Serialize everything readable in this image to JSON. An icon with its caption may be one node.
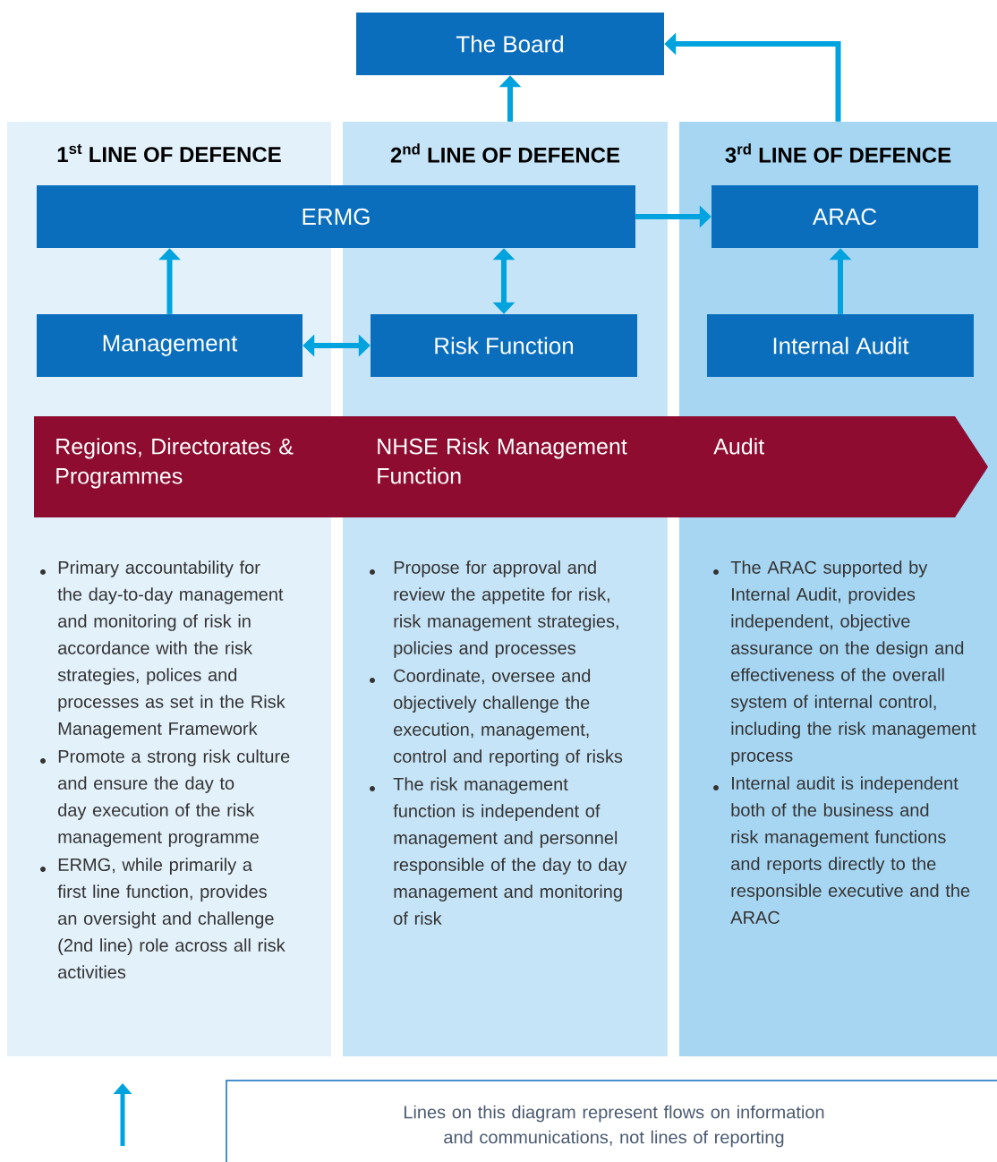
{
  "diagram": {
    "nodes": [
      {
        "text": [
          "The Board"
        ]
      },
      {
        "text": [
          "1$^{st}$ LINE OF DEFENCE",
          "Primary accountability for the day-to-day management and monitoring of risk in accordance with the risk strategies, polices and processes as set in the Risk Management Framework",
          "Promote a strong risk culture and ensure the day to day execution of the risk management programme",
          "ERMG, while primarily a first line function, provides an oversight and challenge (2nd line) role across all risk activities"
        ]
      },
      {
        "text": [
          "2$^{nd}$ LINE OF DEFENCE",
          "Propose for approval and review the appetite for risk, risk management strategies, policies and processes",
          "Coordinate, oversee and objectively challenge the execution, management, control and reporting of risks",
          "The risk management function is independent of management and personnel responsible of the day to day management and monitoring of risk"
        ]
      },
      {
        "text": [
          "3$^{rd}$ LINE OF DEFENCE",
          "The ARAC supported by Internal Audit, provides independent, objective assurance on the design and effectiveness of the overall system of internal control, including the risk management process",
          "Internal audit is independent both of the business and risk management functions and reports directly to the responsible executive and the ARAC"
        ]
      },
      {
        "text": [
          "ERMG"
        ]
      },
      {
        "text": [
          "ARAC"
        ],
        "in": 3
      },
      {
        "text": [
          "Management"
        ],
        "in": 1
      },
      {
        "text": [
          "Risk Function"
        ],
        "in": 2
      },
      {
        "text": [
          "Internal Audit"
        ],
        "in": 3
      },
      {
        "text": [
          "Regions, Directorates & Programmes",
          "NHSE Risk Management Function",
          "Audit"
        ]
      }
    ],
    "edges": [
      {
        "from": 2,
        "to": 0,
        "arrow": "to"
      },
      {
        "from": 3,
        "to": 0,
        "arrow": "to"
      },
      {
        "from": 4,
        "to": 5,
        "arrow": "to"
      },
      {
        "from": 6,
        "to": 4,
        "arrow": "to"
      },
      {
        "from": 7,
        "to": 4,
        "arrow": "both"
      },
      {
        "from": 6,
        "to": 7,
        "arrow": "both"
      },
      {
        "from": 8,
        "to": 5,
        "arrow": "to"
      }
    ],
    "legend": [
      {
        "text": "Lines on this diagram represent flows on information and communications, not lines of reporting"
      }
    ]
  }
}
